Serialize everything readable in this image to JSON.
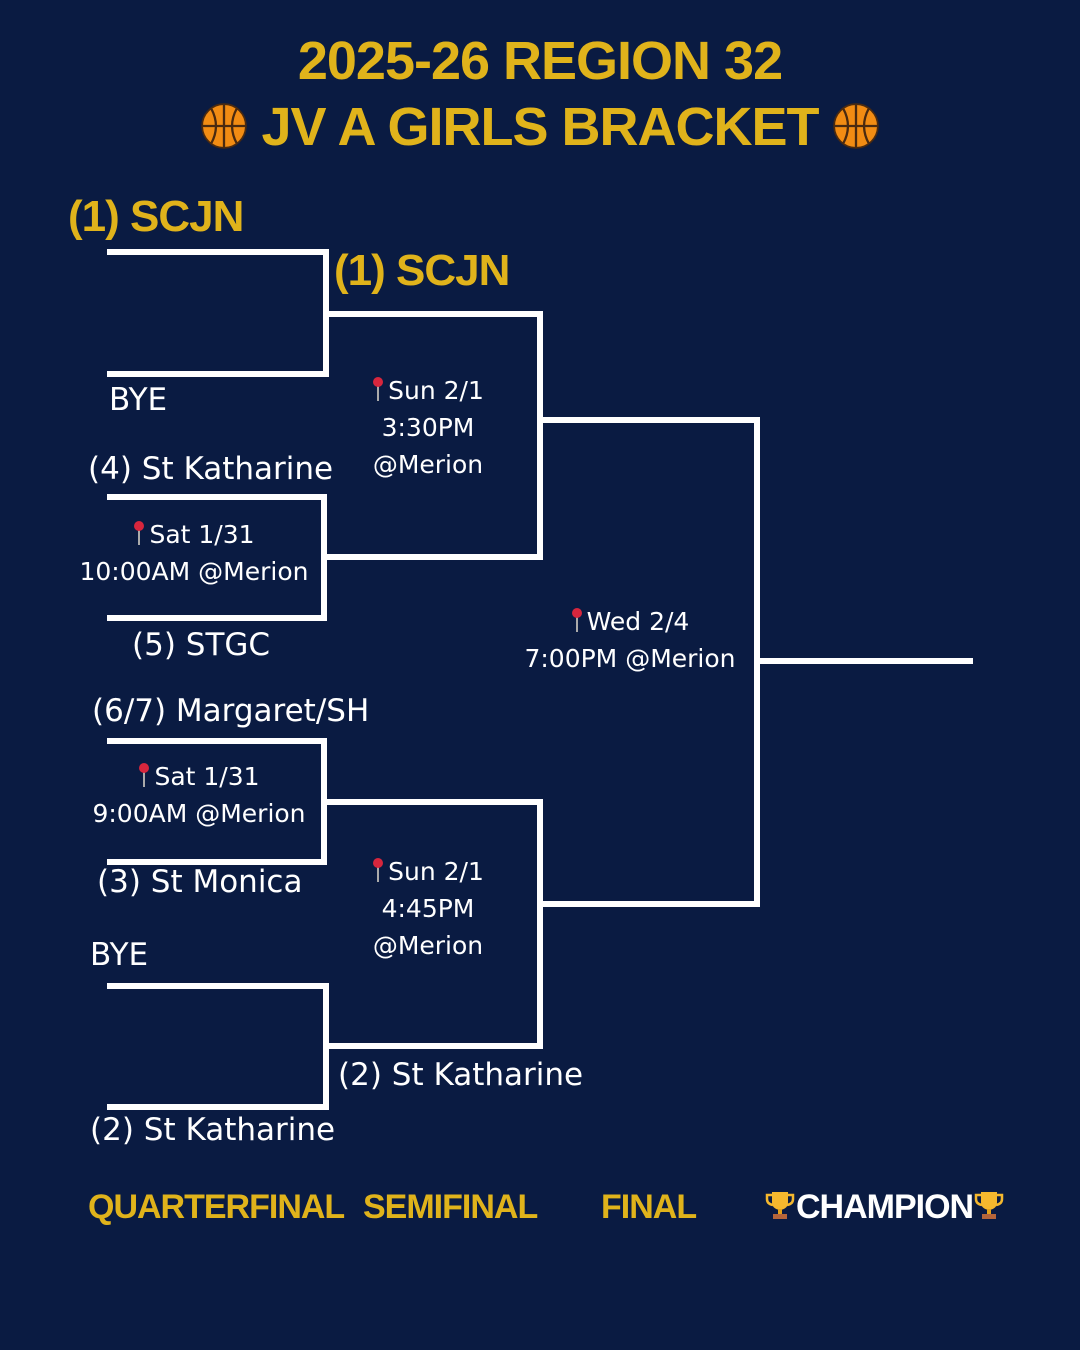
{
  "title": {
    "line1": "2025-26 REGION 32",
    "line2": "JV A GIRLS BRACKET",
    "icon": "basketball-icon"
  },
  "colors": {
    "background": "#0a1b42",
    "accent": "#e0b31b",
    "lines": "#ffffff",
    "pin": "#d7263d"
  },
  "quarterfinal": {
    "teams": [
      "(1) SCJN",
      "BYE",
      "(4) St Katharine",
      "(5) STGC",
      "(6/7) Margaret/SH",
      "(3) St Monica",
      "BYE",
      "(2) St Katharine"
    ],
    "games": [
      {
        "line1": "Sat 1/31",
        "line2": "10:00AM @Merion"
      },
      {
        "line1": "Sat 1/31",
        "line2": "9:00AM @Merion"
      }
    ]
  },
  "semifinal": {
    "teams": [
      "(1) SCJN",
      "(2) St Katharine"
    ],
    "games": [
      {
        "line1": "Sun 2/1",
        "line2": "3:30PM",
        "line3": "@Merion"
      },
      {
        "line1": "Sun 2/1",
        "line2": "4:45PM",
        "line3": "@Merion"
      }
    ]
  },
  "final": {
    "game": {
      "line1": "Wed 2/4",
      "line2": "7:00PM @Merion"
    }
  },
  "rounds": [
    "QUARTERFINAL",
    "SEMIFINAL",
    "FINAL",
    "CHAMPION"
  ]
}
